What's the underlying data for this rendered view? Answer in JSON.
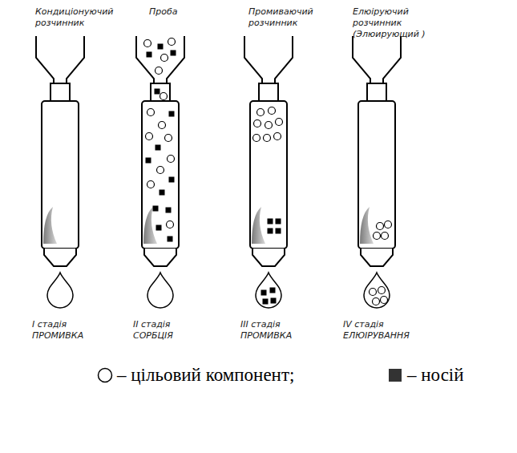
{
  "diagram": {
    "labels": [
      "Кондиціонуючий розчинник",
      "Проба",
      "Промиваючий розчинник",
      "Елюіруючий розчинник (Элюирующий )",
      "I стадія ПРОМИВКА",
      "II стадія СОРБЦІЯ",
      "III стадія ПРОМИВКА",
      "IV стадія ЕЛЮІРУВАННЯ"
    ],
    "legend": [
      {
        "text": "– цільовий компонент;"
      },
      {
        "text": "– носій"
      }
    ]
  }
}
